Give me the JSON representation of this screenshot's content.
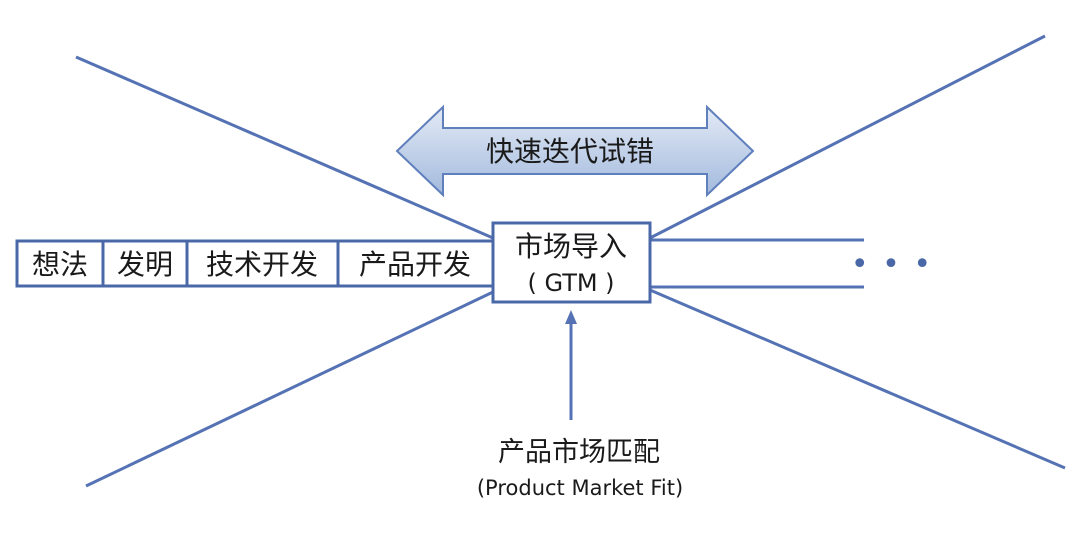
{
  "stages": [
    "想法",
    "发明",
    "技术开发",
    "产品开发"
  ],
  "gtm": {
    "line1": "市场导入",
    "line2": "( GTM )"
  },
  "iteration_arrow": {
    "label": "快速迭代试错"
  },
  "pmf": {
    "label": "产品市场匹配",
    "sublabel": "(Product Market Fit)"
  },
  "continuation": "• • •",
  "colors": {
    "line": "#5573b4",
    "box_stroke": "#4a68a8",
    "arrow_fill_top": "#dbe5f3",
    "arrow_fill_bottom": "#a9bfdf",
    "arrow_stroke": "#5f7fbd",
    "text": "#1a1a1a"
  }
}
